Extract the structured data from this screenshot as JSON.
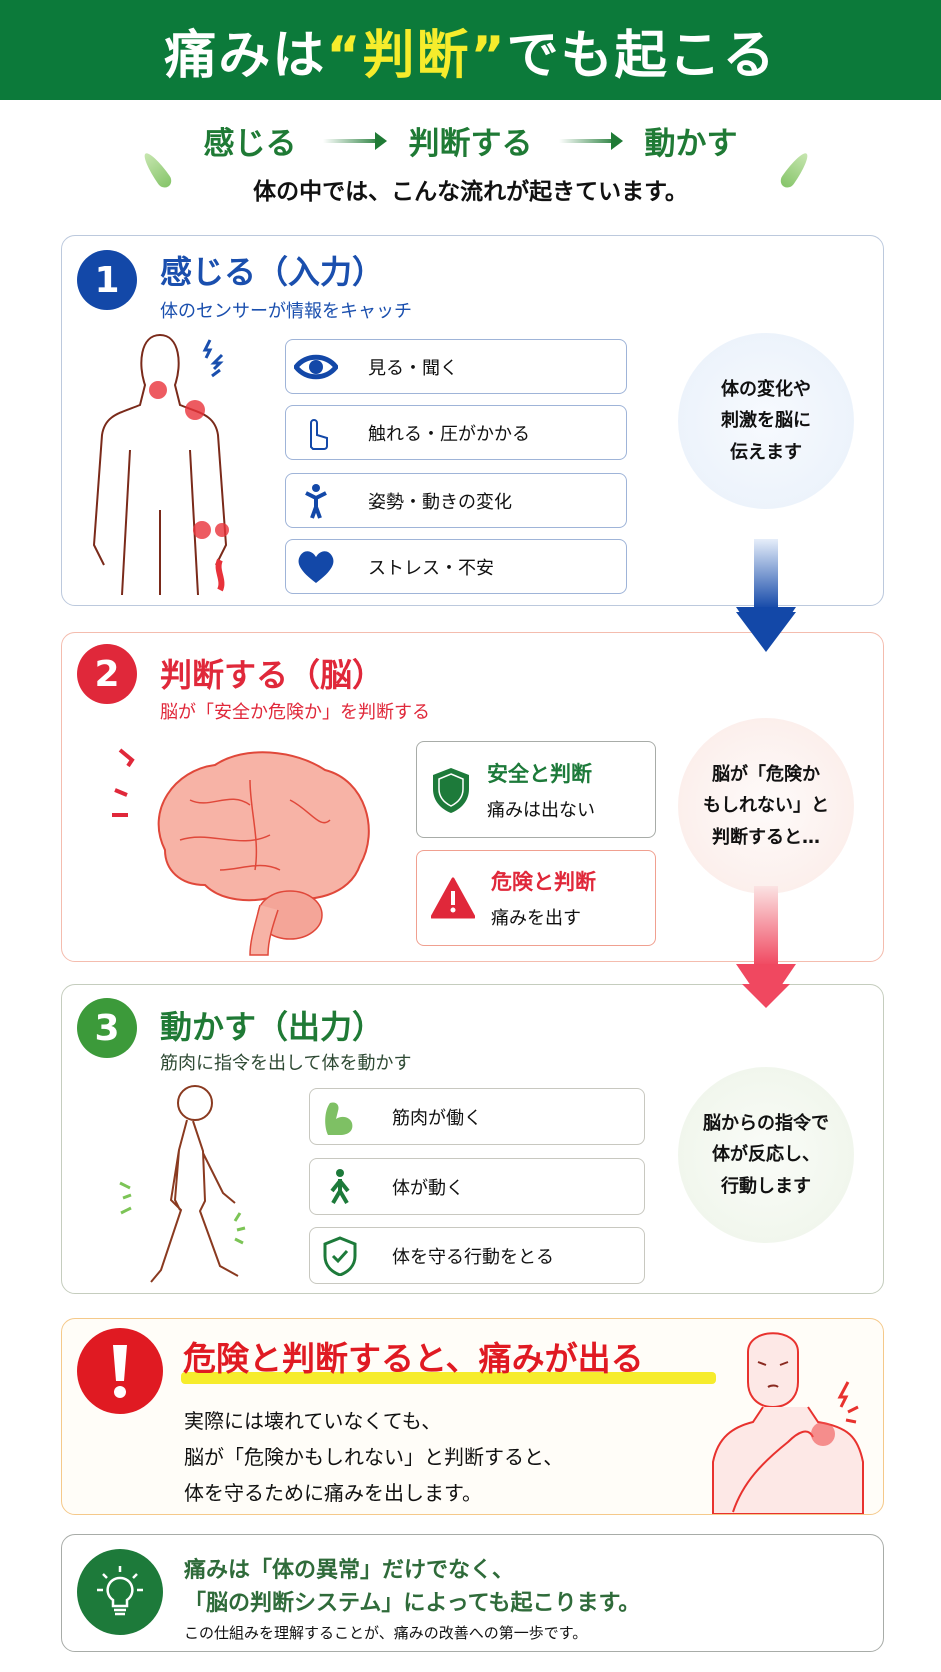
{
  "header": {
    "title_pre": "痛みは",
    "title_highlight": "“判断”",
    "title_post": "でも起こる"
  },
  "flow": {
    "steps": [
      "感じる",
      "判断する",
      "動かす"
    ],
    "intro": "体の中では、こんな流れが起きています。"
  },
  "step1": {
    "number": "1",
    "title": "感じる（入力）",
    "subtitle": "体のセンサーが情報をキャッチ",
    "items": [
      {
        "icon": "eye-icon",
        "label": "見る・聞く"
      },
      {
        "icon": "touch-icon",
        "label": "触れる・圧がかかる"
      },
      {
        "icon": "posture-icon",
        "label": "姿勢・動きの変化"
      },
      {
        "icon": "heart-icon",
        "label": "ストレス・不安"
      }
    ],
    "bubble": [
      "体の変化や",
      "刺激を脳に",
      "伝えます"
    ]
  },
  "step2": {
    "number": "2",
    "title": "判断する（脳）",
    "subtitle": "脳が「安全か危険か」を判断する",
    "safe": {
      "title": "安全と判断",
      "text": "痛みは出ない"
    },
    "danger": {
      "title": "危険と判断",
      "text": "痛みを出す"
    },
    "bubble": [
      "脳が「危険か",
      "もしれない」と",
      "判断すると…"
    ]
  },
  "step3": {
    "number": "3",
    "title": "動かす（出力）",
    "subtitle": "筋肉に指令を出して体を動かす",
    "items": [
      {
        "icon": "muscle-icon",
        "label": "筋肉が働く"
      },
      {
        "icon": "walking-icon",
        "label": "体が動く"
      },
      {
        "icon": "shield-check-icon",
        "label": "体を守る行動をとる"
      }
    ],
    "bubble": [
      "脳からの指令で",
      "体が反応し、",
      "行動します"
    ]
  },
  "warning": {
    "icon": "exclamation",
    "heading": "危険と判断すると、痛みが出る",
    "lines": [
      "実際には壊れていなくても、",
      "脳が「危険かもしれない」と判断すると、",
      "体を守るために痛みを出します。"
    ]
  },
  "tip": {
    "icon": "lightbulb",
    "line1": "痛みは「体の異常」だけでなく、",
    "line2": "「脳の判断システム」によっても起こります。",
    "line3": "この仕組みを理解することが、痛みの改善への第一歩です。"
  },
  "colors": {
    "green": "#0c7a3a",
    "blue": "#1a4fae",
    "red": "#e0283a",
    "yellow": "#f6ec2c"
  }
}
